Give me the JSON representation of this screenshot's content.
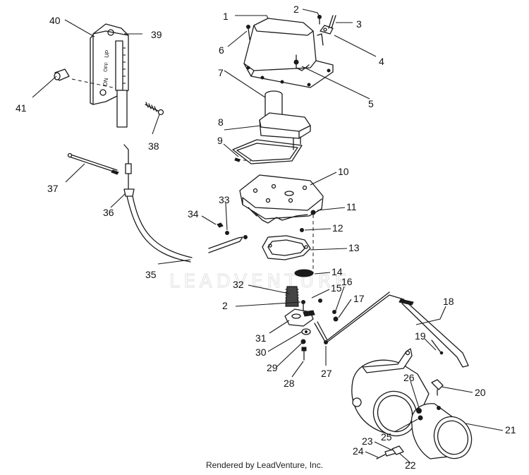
{
  "watermark": "LEADVENTURE",
  "footer": "Rendered by LeadVenture, Inc.",
  "plate_markings": {
    "up": "UP",
    "dn": "DN",
    "off": "OFF"
  },
  "callouts": [
    {
      "id": "c1",
      "text": "1"
    },
    {
      "id": "c2a",
      "text": "2"
    },
    {
      "id": "c3",
      "text": "3"
    },
    {
      "id": "c4",
      "text": "4"
    },
    {
      "id": "c5",
      "text": "5"
    },
    {
      "id": "c6",
      "text": "6"
    },
    {
      "id": "c7",
      "text": "7"
    },
    {
      "id": "c8",
      "text": "8"
    },
    {
      "id": "c9",
      "text": "9"
    },
    {
      "id": "c10",
      "text": "10"
    },
    {
      "id": "c11",
      "text": "11"
    },
    {
      "id": "c12",
      "text": "12"
    },
    {
      "id": "c13",
      "text": "13"
    },
    {
      "id": "c14",
      "text": "14"
    },
    {
      "id": "c15",
      "text": "15"
    },
    {
      "id": "c16",
      "text": "16"
    },
    {
      "id": "c17",
      "text": "17"
    },
    {
      "id": "c18",
      "text": "18"
    },
    {
      "id": "c19",
      "text": "19"
    },
    {
      "id": "c20",
      "text": "20"
    },
    {
      "id": "c21",
      "text": "21"
    },
    {
      "id": "c22",
      "text": "22"
    },
    {
      "id": "c23",
      "text": "23"
    },
    {
      "id": "c24",
      "text": "24"
    },
    {
      "id": "c25",
      "text": "25"
    },
    {
      "id": "c26",
      "text": "26"
    },
    {
      "id": "c27",
      "text": "27"
    },
    {
      "id": "c28",
      "text": "28"
    },
    {
      "id": "c29",
      "text": "29"
    },
    {
      "id": "c30",
      "text": "30"
    },
    {
      "id": "c31",
      "text": "31"
    },
    {
      "id": "c2b",
      "text": "2"
    },
    {
      "id": "c32",
      "text": "32"
    },
    {
      "id": "c33",
      "text": "33"
    },
    {
      "id": "c34",
      "text": "34"
    },
    {
      "id": "c35",
      "text": "35"
    },
    {
      "id": "c36",
      "text": "36"
    },
    {
      "id": "c37",
      "text": "37"
    },
    {
      "id": "c38",
      "text": "38"
    },
    {
      "id": "c39",
      "text": "39"
    },
    {
      "id": "c40",
      "text": "40"
    },
    {
      "id": "c41",
      "text": "41"
    }
  ]
}
